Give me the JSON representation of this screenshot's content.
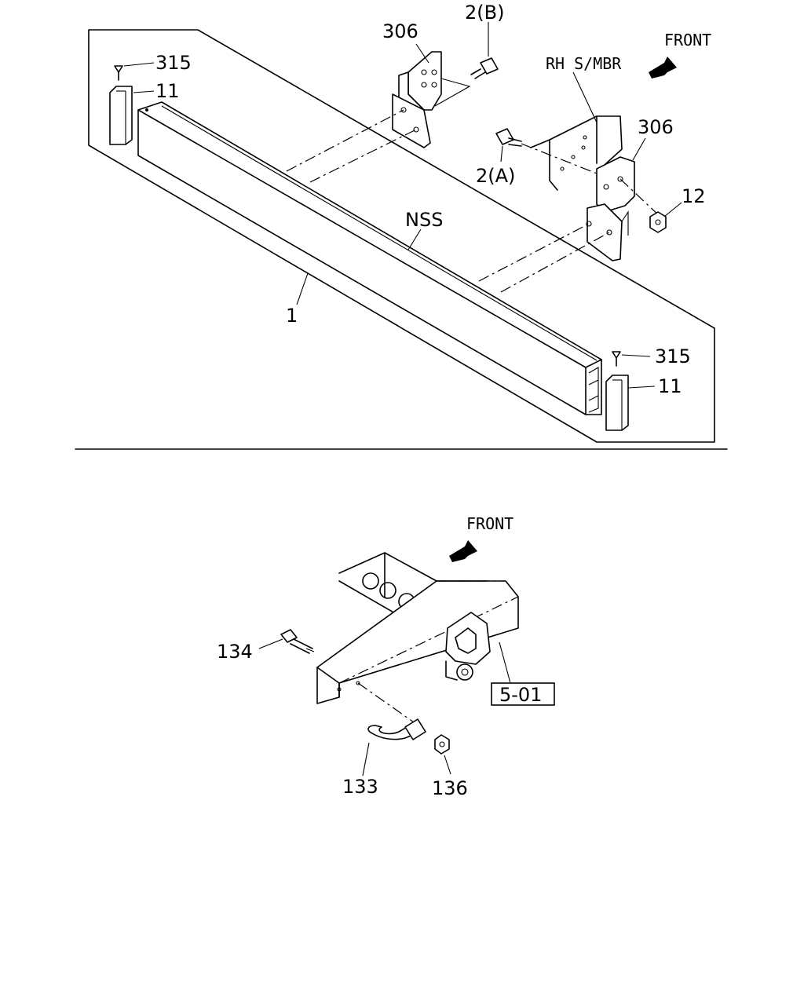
{
  "labels": {
    "front_top": "FRONT",
    "rh_smbr": "RH S/MBR",
    "nss": "NSS",
    "part_1": "1",
    "part_2b": "2(B)",
    "part_2a": "2(A)",
    "part_306_left": "306",
    "part_306_right": "306",
    "part_315_top": "315",
    "part_315_bottom": "315",
    "part_11_top": "11",
    "part_11_bottom": "11",
    "part_12": "12",
    "front_bottom": "FRONT",
    "part_134": "134",
    "part_133": "133",
    "part_136": "136",
    "ref_box": "5-01"
  }
}
